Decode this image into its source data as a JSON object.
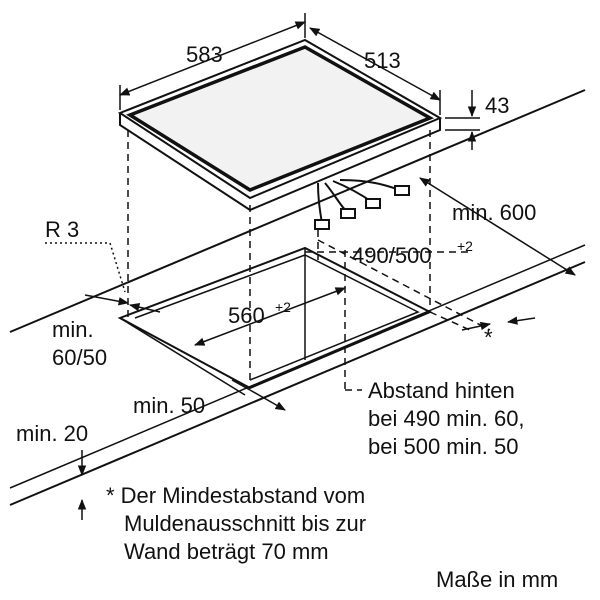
{
  "dimensions": {
    "width": "583",
    "depth": "513",
    "thickness": "43",
    "radius": "R 3",
    "min600": "min. 600",
    "cutout_depth": "490/500",
    "cutout_depth_tol": "+2",
    "cutout_width": "560",
    "cutout_width_tol": "+2",
    "min_front_1": "min.",
    "min_front_2": "60/50",
    "min50": "min. 50",
    "min20": "min. 20",
    "asterisk": "*"
  },
  "note_back": {
    "line1": "Abstand hinten",
    "line2": "bei 490 min. 60,",
    "line3": "bei 500 min. 50"
  },
  "footnote": {
    "line1": "* Der Mindestabstand vom",
    "line2": "Muldenausschnitt bis zur",
    "line3": "Wand beträgt 70 mm"
  },
  "units": "Maße in mm"
}
